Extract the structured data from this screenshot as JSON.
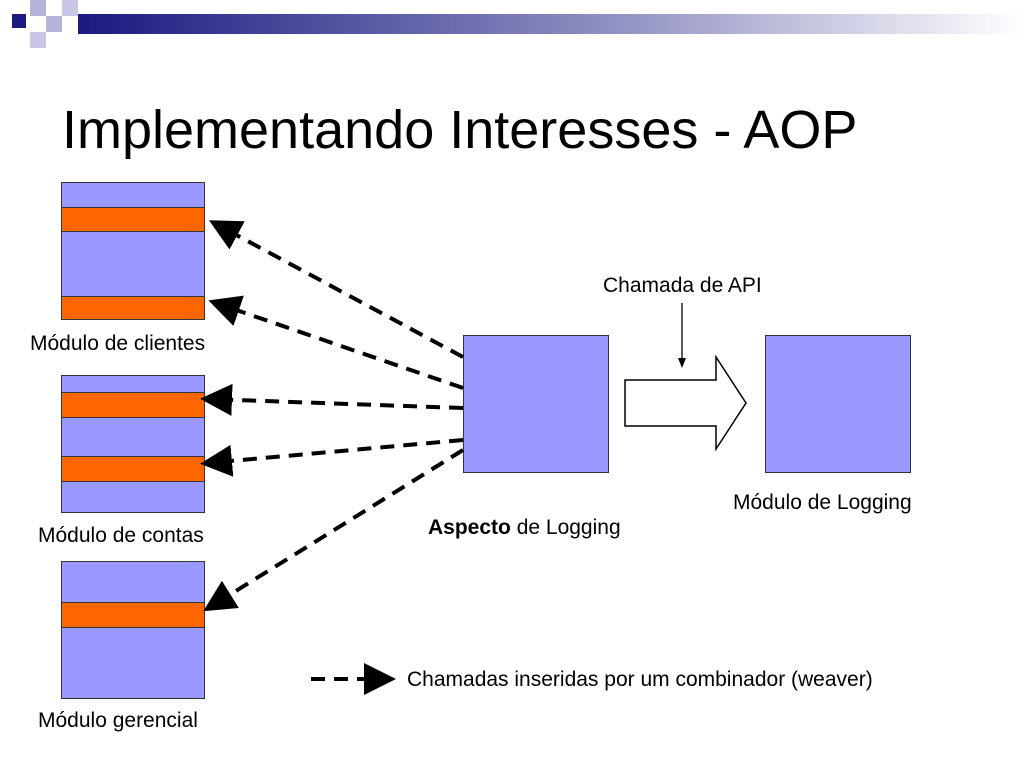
{
  "slide": {
    "title": "Implementando Interesses - AOP"
  },
  "modules": {
    "clientes": "Módulo de clientes",
    "contas": "Módulo de contas",
    "gerencial": "Módulo gerencial"
  },
  "aspect": {
    "bold": "Aspecto",
    "rest": " de Logging"
  },
  "logging_module": "Módulo de Logging",
  "api_call": "Chamada de API",
  "legend": "Chamadas inseridas por um combinador (weaver)",
  "colors": {
    "module_fill": "#9999ff",
    "concern_band": "#ff6600",
    "header_blue": "#1a1a80"
  }
}
